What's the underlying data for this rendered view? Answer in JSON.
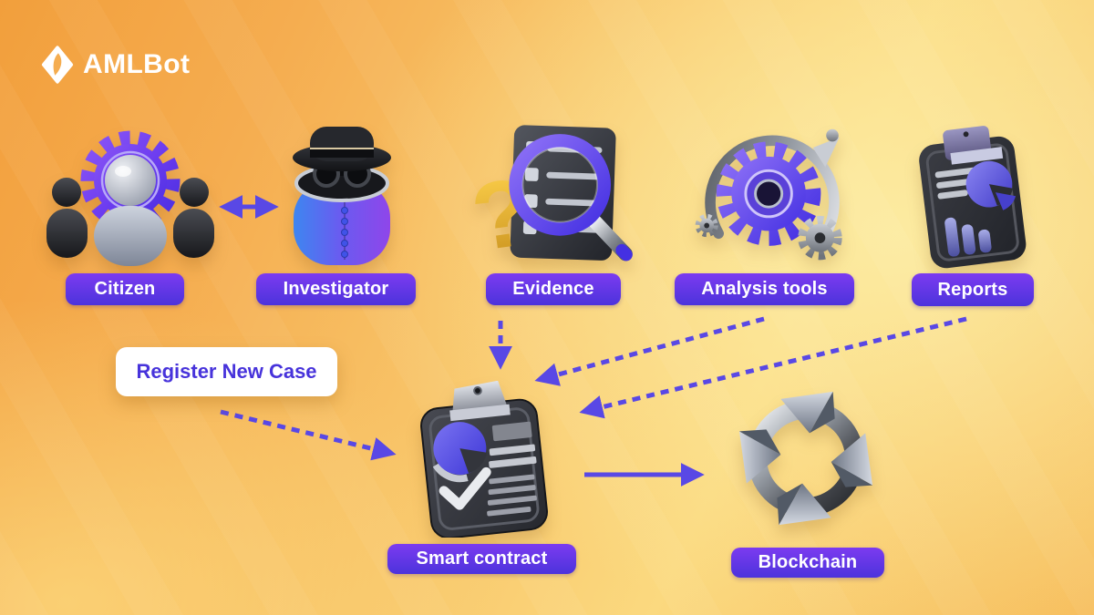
{
  "brand": {
    "name": "AMLBot",
    "logo_icon": "amlbot-diamond"
  },
  "colors": {
    "accent_purple": "#5948e5",
    "pill_gradient_top": "#7c3bf0",
    "pill_gradient_bottom": "#4c33dc",
    "register_text": "#4733db",
    "background_orange": "#f29f3c",
    "background_yellow": "#fbd97f",
    "card_white": "#ffffff"
  },
  "nodes": {
    "citizen": {
      "label": "Citizen",
      "icon": "people-group-gear-icon"
    },
    "investigator": {
      "label": "Investigator",
      "icon": "spy-hat-glasses-icon"
    },
    "evidence": {
      "label": "Evidence",
      "icon": "document-magnifier-question-icon"
    },
    "analysis_tools": {
      "label": "Analysis tools",
      "icon": "gears-rotation-arrow-icon"
    },
    "reports": {
      "label": "Reports",
      "icon": "clipboard-charts-icon"
    },
    "smart_contract": {
      "label": "Smart contract",
      "icon": "clipboard-pie-checklist-icon"
    },
    "blockchain": {
      "label": "Blockchain",
      "icon": "ring-of-blocks-icon"
    }
  },
  "actions": {
    "register_new_case": "Register New Case"
  },
  "arrows": [
    {
      "from": "citizen",
      "to": "investigator",
      "style": "solid",
      "bidirectional": true
    },
    {
      "from": "evidence",
      "to": "smart_contract",
      "style": "dashed",
      "bidirectional": false
    },
    {
      "from": "analysis_tools",
      "to": "smart_contract",
      "style": "dashed",
      "bidirectional": false
    },
    {
      "from": "reports",
      "to": "smart_contract",
      "style": "dashed",
      "bidirectional": false
    },
    {
      "from": "register_new_case",
      "to": "smart_contract",
      "style": "dashed",
      "bidirectional": false
    },
    {
      "from": "smart_contract",
      "to": "blockchain",
      "style": "solid",
      "bidirectional": false
    }
  ]
}
